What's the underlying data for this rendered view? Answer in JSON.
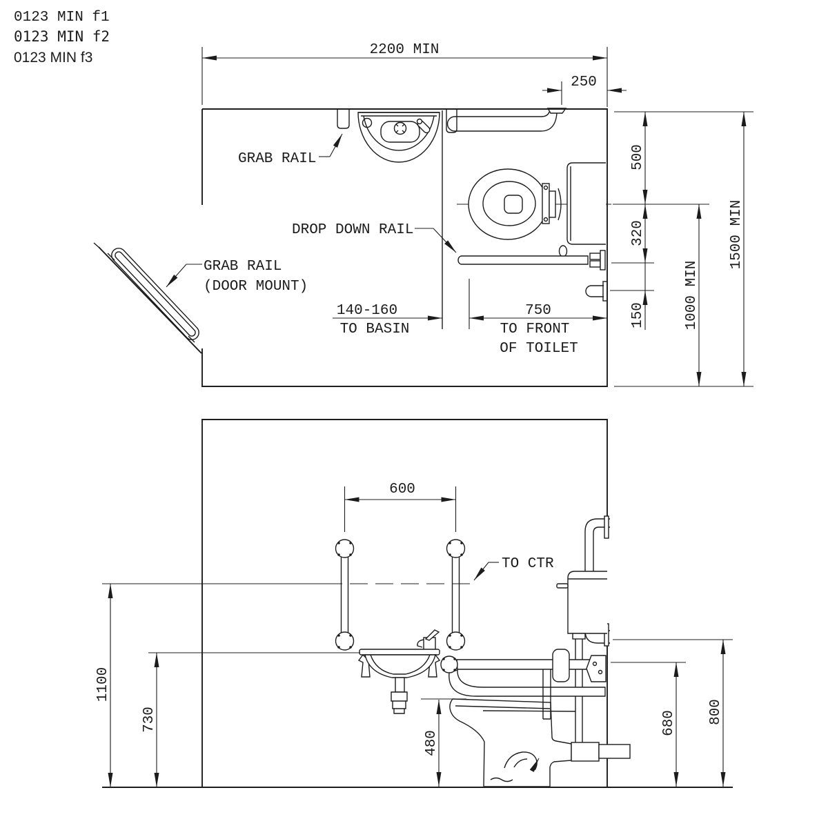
{
  "plan_view": {
    "labels": {
      "grab_rail": "GRAB RAIL",
      "drop_down_rail": "DROP DOWN RAIL",
      "grab_rail_door_line1": "GRAB RAIL",
      "grab_rail_door_line2": "(DOOR MOUNT)"
    },
    "dimensions": {
      "room_width": "2200 MIN",
      "grab_rail_offset": "250",
      "wall_to_toilet_ctr": "500",
      "toilet_ctr_to_rail": "320",
      "rail_to_holder": "150",
      "toilet_ctr_to_back_wall": "1000 MIN",
      "room_depth": "1500 MIN",
      "basin_clearance": "140-160",
      "basin_clearance_label": "TO BASIN",
      "toilet_clearance": "750",
      "toilet_clearance_label1": "TO FRONT",
      "toilet_clearance_label2": "OF TOILET"
    }
  },
  "elevation_view": {
    "labels": {
      "to_ctr": "TO CTR"
    },
    "dimensions": {
      "rail_spacing": "600",
      "rail_height": "1100",
      "basin_height": "730",
      "seat_height": "480",
      "drop_rail_height": "680",
      "cistern_rail_height": "800"
    }
  }
}
